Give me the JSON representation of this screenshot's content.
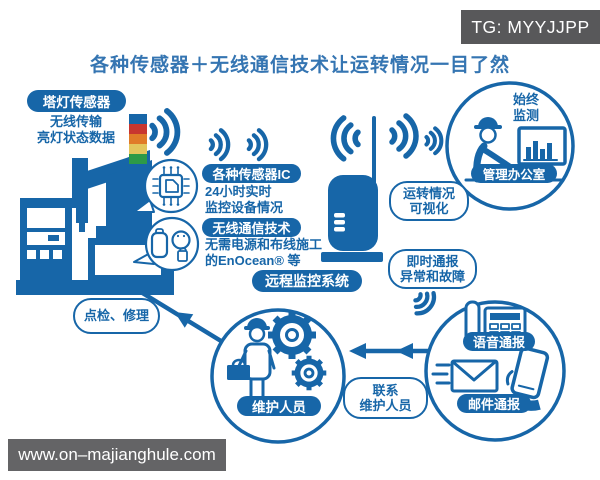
{
  "header": {
    "tg_badge": "TG: MYYJJPP",
    "title": "各种传感器＋无线通信技术让运转情况一目了然"
  },
  "tower_sensor": {
    "label": "塔灯传感器",
    "caption_line1": "无线传输",
    "caption_line2": "亮灯状态数据"
  },
  "sensor_ic": {
    "label": "各种传感器IC",
    "desc_line1": "24小时实时",
    "desc_line2": "监控设备情况"
  },
  "wireless_tech": {
    "label": "无线通信技术",
    "desc_line1": "无需电源和布线施工",
    "desc_line2": "的EnOcean® 等"
  },
  "remote_system": {
    "label": "远程监控系统"
  },
  "office": {
    "note_line1": "始终",
    "note_line2": "监测",
    "label": "管理办公室"
  },
  "status_bubbles": {
    "visual_line1": "运转情况",
    "visual_line2": "可视化",
    "alert_line1": "即时通报",
    "alert_line2": "异常和故障"
  },
  "notify_circle": {
    "voice_label": "语音通报",
    "mail_label": "邮件通报"
  },
  "maintenance_circle": {
    "label": "维护人员"
  },
  "flow_bubbles": {
    "inspection": "点检、修理",
    "contact_line1": "联系",
    "contact_line2": "维护人员"
  },
  "footer": {
    "watermark": "www.on–majianghule.com"
  },
  "icon_names": [
    "tower-light-icon",
    "wifi-signal-icon",
    "ic-chip-icon",
    "enocean-sensor-icon",
    "gateway-icon",
    "operator-monitor-icon",
    "phone-icon",
    "mail-icon",
    "smartphone-icon",
    "gear-icon",
    "worker-icon",
    "arrow-left-icon"
  ],
  "colors": {
    "primary": "#1766a8",
    "title": "#3575b2",
    "red": "#c8362f",
    "orange": "#e07b28",
    "yellow": "#e3c65c",
    "green": "#2d9a47",
    "badge_gray": "#58585a",
    "watermark_gray": "#646466"
  }
}
